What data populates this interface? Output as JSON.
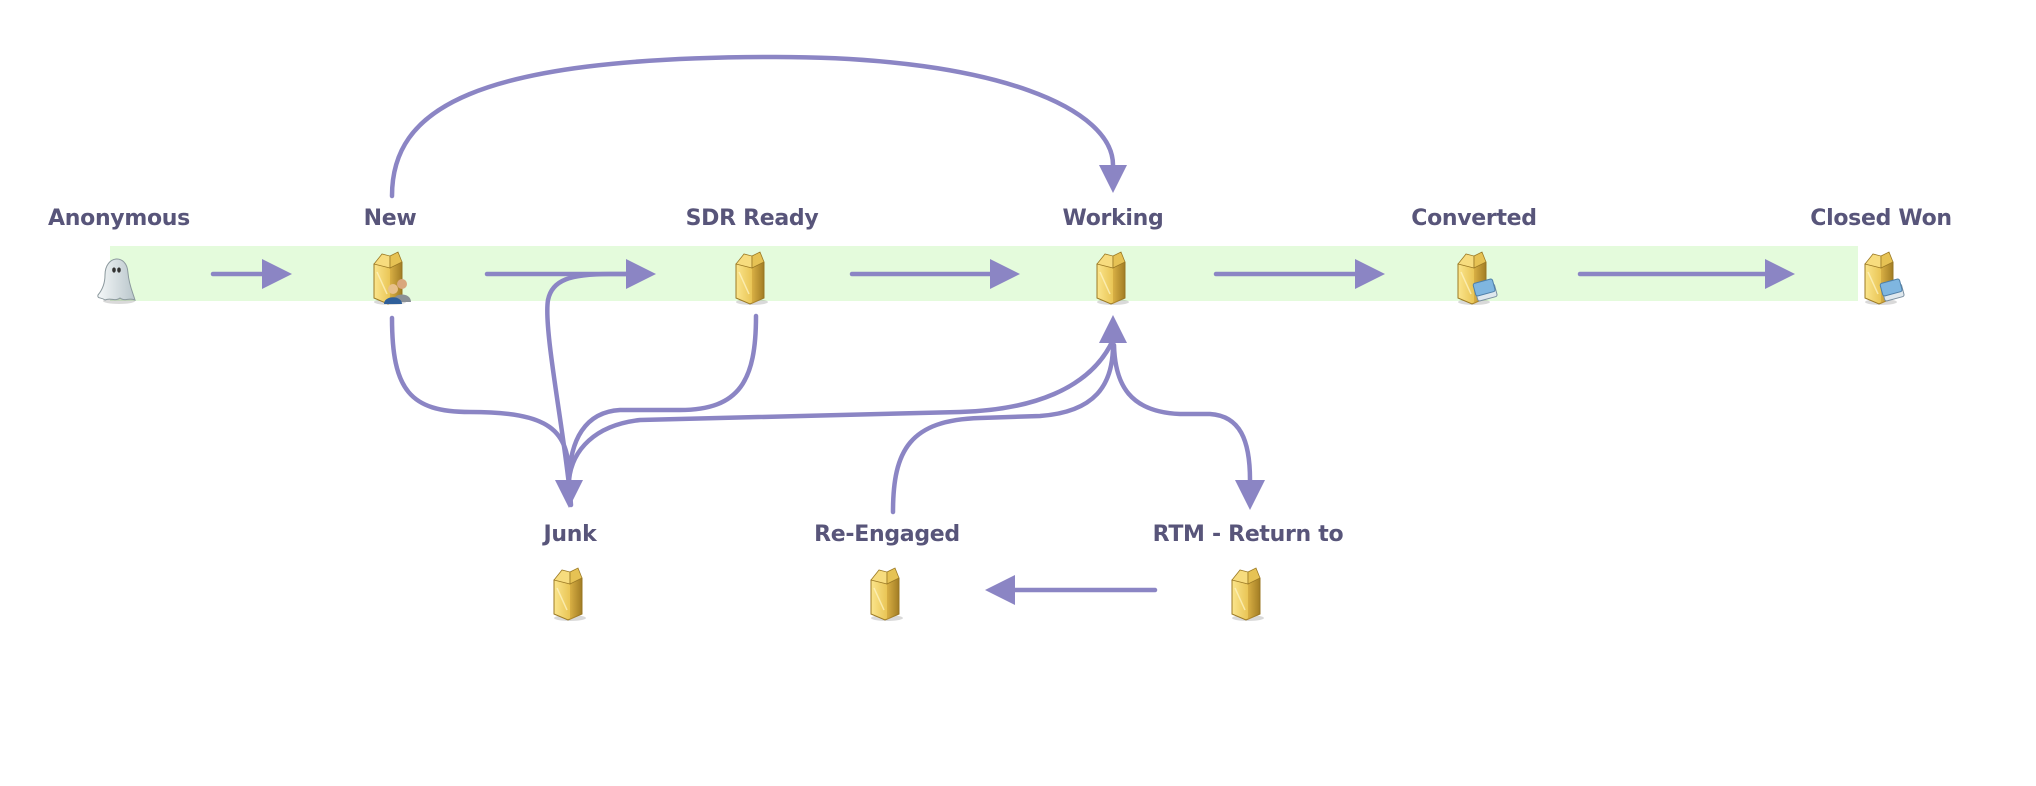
{
  "diagram": {
    "title": "Lead status lifecycle",
    "colors": {
      "arrow": "#8b85c4",
      "band": "#e4fbdc",
      "label": "#58557a"
    },
    "nodes": [
      {
        "id": "anonymous",
        "label": "Anonymous",
        "icon": "ghost-icon"
      },
      {
        "id": "new",
        "label": "New",
        "icon": "box-people-icon"
      },
      {
        "id": "sdr_ready",
        "label": "SDR Ready",
        "icon": "box-icon"
      },
      {
        "id": "working",
        "label": "Working",
        "icon": "box-icon"
      },
      {
        "id": "converted",
        "label": "Converted",
        "icon": "box-card-icon"
      },
      {
        "id": "closed_won",
        "label": "Closed Won",
        "icon": "box-card-icon"
      },
      {
        "id": "junk",
        "label": "Junk",
        "icon": "box-icon"
      },
      {
        "id": "re_engaged",
        "label": "Re-Engaged",
        "icon": "box-icon"
      },
      {
        "id": "rtm",
        "label": "RTM - Return to",
        "icon": "box-icon"
      }
    ],
    "edges": [
      {
        "from": "anonymous",
        "to": "new"
      },
      {
        "from": "new",
        "to": "sdr_ready"
      },
      {
        "from": "sdr_ready",
        "to": "working"
      },
      {
        "from": "working",
        "to": "converted"
      },
      {
        "from": "converted",
        "to": "closed_won"
      },
      {
        "from": "new",
        "to": "working"
      },
      {
        "from": "new",
        "to": "junk"
      },
      {
        "from": "sdr_ready",
        "to": "junk"
      },
      {
        "from": "working",
        "to": "junk"
      },
      {
        "from": "junk",
        "to": "sdr_ready"
      },
      {
        "from": "re_engaged",
        "to": "working"
      },
      {
        "from": "working",
        "to": "rtm"
      },
      {
        "from": "rtm",
        "to": "re_engaged"
      }
    ]
  }
}
